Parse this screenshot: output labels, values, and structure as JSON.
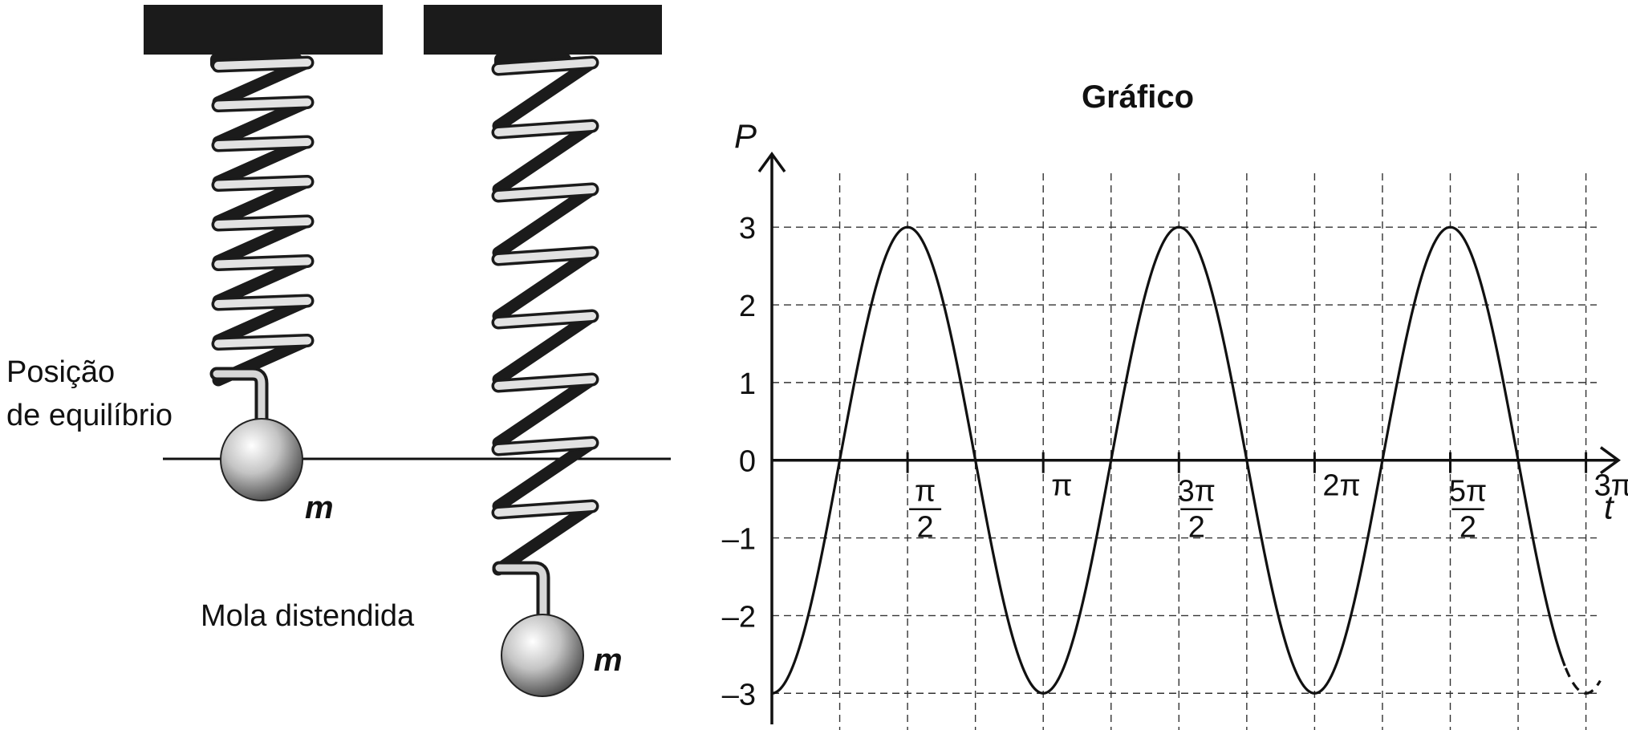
{
  "springs": {
    "label_equilibrium_line1": "Posição",
    "label_equilibrium_line2": "de equilíbrio",
    "label_stretched": "Mola distendida",
    "mass_label_left": "m",
    "mass_label_right": "m"
  },
  "chart_data": {
    "type": "line",
    "title": "Gráfico",
    "xlabel": "t",
    "ylabel": "P",
    "xlim": [
      0,
      9.8
    ],
    "ylim": [
      -3.4,
      3.9
    ],
    "grid": true,
    "x_ticks": [
      {
        "value": 1.5708,
        "num": "π",
        "den": "2"
      },
      {
        "value": 3.1416,
        "label": "π"
      },
      {
        "value": 4.7124,
        "num": "3π",
        "den": "2"
      },
      {
        "value": 6.2832,
        "label": "2π"
      },
      {
        "value": 7.854,
        "num": "5π",
        "den": "2"
      },
      {
        "value": 9.4248,
        "label": "3π"
      }
    ],
    "y_ticks": [
      {
        "value": 3,
        "label": "3"
      },
      {
        "value": 2,
        "label": "2"
      },
      {
        "value": 1,
        "label": "1"
      },
      {
        "value": 0,
        "label": "0"
      },
      {
        "value": -1,
        "label": "–1"
      },
      {
        "value": -2,
        "label": "–2"
      },
      {
        "value": -3,
        "label": "–3"
      }
    ],
    "series": [
      {
        "function": "P(t) = -3·cos(2t)",
        "amplitude": 3,
        "angular_frequency": 2,
        "t_start": 0,
        "t_solid_end": 9.19,
        "t_dashed_end": 9.6
      }
    ]
  }
}
